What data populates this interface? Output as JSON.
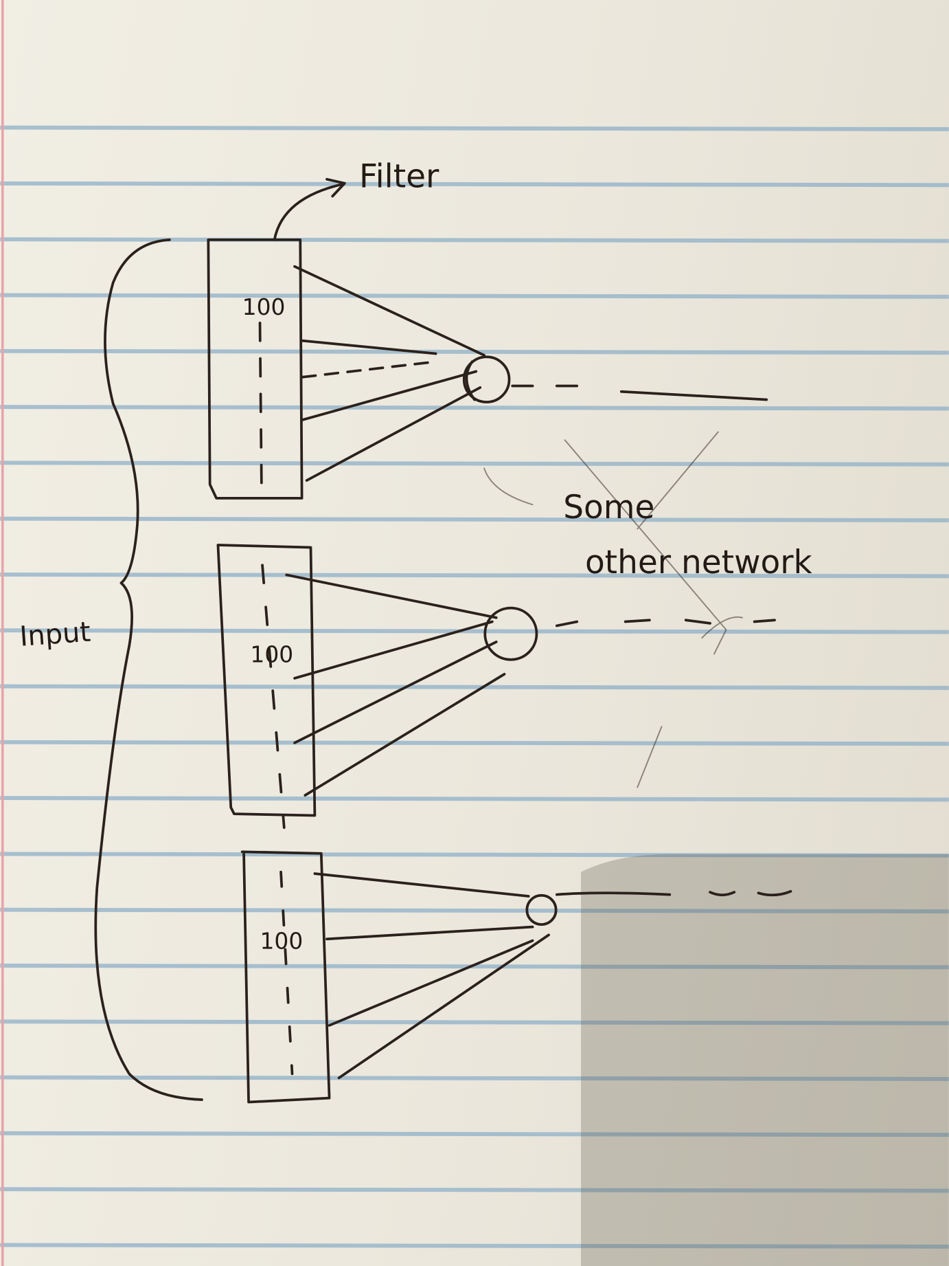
{
  "diagram": {
    "filter_label": "Filter",
    "input_label": "Input",
    "network_label_line1": "Some",
    "network_label_line2": "other network",
    "filters": [
      {
        "value_label": "100"
      },
      {
        "value_label": "100"
      },
      {
        "value_label": "100"
      }
    ]
  },
  "colors": {
    "paper": "#efece2",
    "rule": "#8fb0c8",
    "margin": "#e7a3a8",
    "ink": "#2b211c"
  }
}
